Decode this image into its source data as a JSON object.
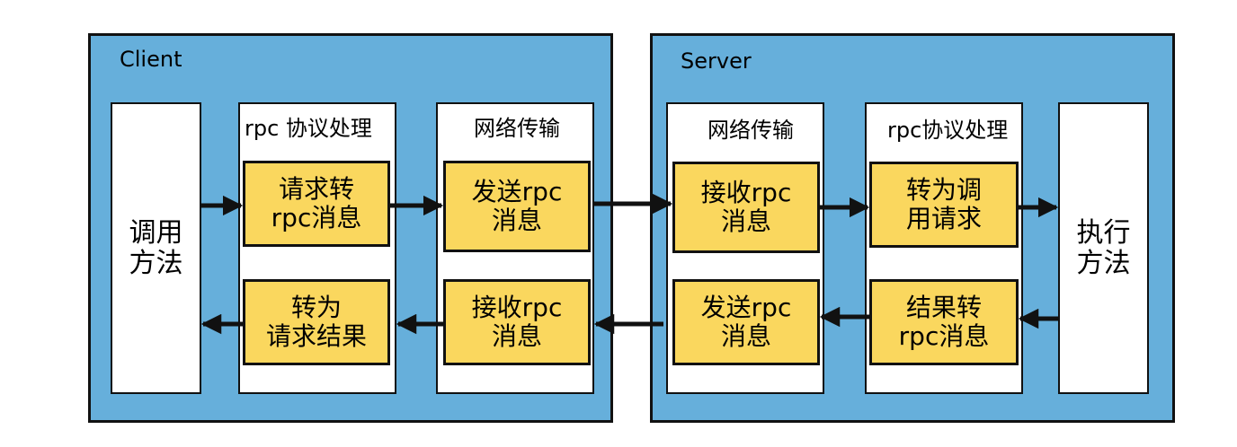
{
  "client": {
    "title": "Client",
    "caller": "调用\n方法",
    "rpc_panel": {
      "title": "rpc 协议处理",
      "request_box": "请求转\nrpc消息",
      "result_box": "转为\n请求结果"
    },
    "net_panel": {
      "title": "网络传输",
      "send_box": "发送rpc\n消息",
      "recv_box": "接收rpc\n消息"
    }
  },
  "server": {
    "title": "Server",
    "net_panel": {
      "title": "网络传输",
      "recv_box": "接收rpc\n消息",
      "send_box": "发送rpc\n消息"
    },
    "rpc_panel": {
      "title": "rpc协议处理",
      "request_box": "转为调\n用请求",
      "result_box": "结果转\nrpc消息"
    },
    "executor": "执行\n方法"
  },
  "colors": {
    "region_fill": "#66afdb",
    "box_fill": "#fad75e",
    "panel_fill": "#ffffff",
    "border": "#111111"
  }
}
